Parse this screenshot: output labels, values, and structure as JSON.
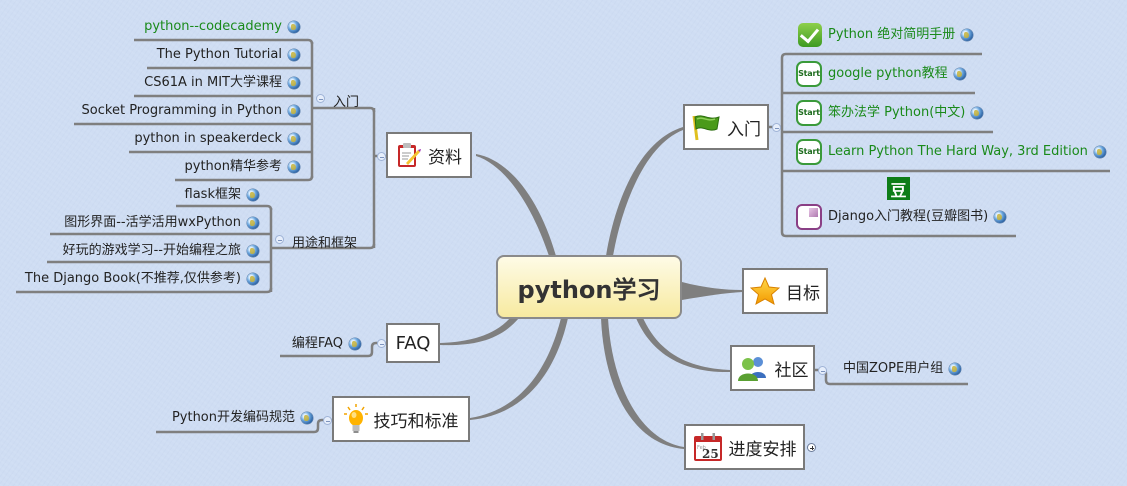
{
  "central": {
    "title": "python学习"
  },
  "left": {
    "resources": {
      "label": "资料",
      "icon": "clipboard-edit-icon",
      "groups": [
        {
          "label": "入门",
          "items": [
            {
              "text": "python--codecademy",
              "color": "#1a8a1a",
              "icon": "globe-icon"
            },
            {
              "text": "The Python Tutorial",
              "icon": "globe-icon"
            },
            {
              "text": "CS61A in MIT大学课程",
              "icon": "globe-icon"
            },
            {
              "text": "Socket Programming in Python",
              "icon": "globe-icon"
            },
            {
              "text": "python in speakerdeck",
              "icon": "globe-icon"
            },
            {
              "text": "python精华参考",
              "icon": "globe-icon"
            }
          ]
        },
        {
          "label": "用途和框架",
          "items": [
            {
              "text": "flask框架",
              "icon": "globe-icon"
            },
            {
              "text": "图形界面--活学活用wxPython",
              "icon": "globe-icon"
            },
            {
              "text": "好玩的游戏学习--开始编程之旅",
              "icon": "globe-icon"
            },
            {
              "text": "The Django Book(不推荐,仅供参考)",
              "icon": "globe-icon"
            }
          ]
        }
      ]
    },
    "faq": {
      "label": "FAQ",
      "items": [
        {
          "text": "编程FAQ",
          "icon": "globe-icon"
        }
      ]
    },
    "tips": {
      "label": "技巧和标准",
      "icon": "lightbulb-icon",
      "items": [
        {
          "text": "Python开发编码规范",
          "icon": "globe-icon"
        }
      ]
    }
  },
  "right": {
    "intro": {
      "label": "入门",
      "icon": "green-flag-icon",
      "items": [
        {
          "text": "Python 绝对简明手册",
          "color": "#1a8a1a",
          "icon": "checkmark-icon"
        },
        {
          "text": "google python教程",
          "color": "#1a8a1a",
          "icon": "start-icon",
          "icon_text": "Start"
        },
        {
          "text": "笨办法学 Python(中文)",
          "color": "#1a8a1a",
          "icon": "start-icon",
          "icon_text": "Start"
        },
        {
          "text": "Learn Python The Hard Way, 3rd Edition",
          "color": "#1a8a1a",
          "icon": "start-icon",
          "icon_text": "Start"
        },
        {
          "text": "Django入门教程(豆瓣图书)",
          "icon": "page-icon",
          "badge": "豆"
        }
      ]
    },
    "goals": {
      "label": "目标",
      "icon": "star-icon"
    },
    "community": {
      "label": "社区",
      "icon": "users-icon",
      "items": [
        {
          "text": "中国ZOPE用户组",
          "icon": "globe-icon"
        }
      ]
    },
    "schedule": {
      "label": "进度安排",
      "icon": "calendar-icon",
      "calendar": {
        "month": "Feb",
        "day": "25"
      },
      "collapsed": true
    }
  },
  "colors": {
    "background": "#cfddf3",
    "connector": "#7f7f7f",
    "central_fill_top": "#fefbe6",
    "central_fill_bottom": "#f7eaa0",
    "link_green": "#1a8a1a"
  }
}
